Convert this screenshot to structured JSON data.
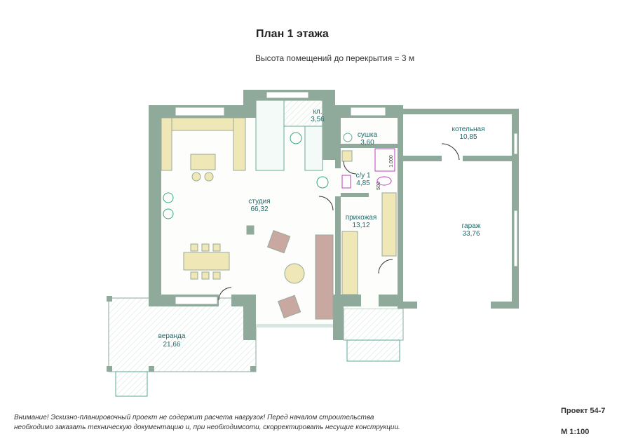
{
  "title": "План 1 этажа",
  "subtitle": "Высота помещений до перекрытия = 3 м",
  "rooms": {
    "studio": {
      "name": "студия",
      "area": "66,32"
    },
    "pantry": {
      "name": "кл.",
      "area": "3,56"
    },
    "drying": {
      "name": "сушка",
      "area": "3,60"
    },
    "bathroom": {
      "name": "с/у 1",
      "area": "4,85"
    },
    "hall": {
      "name": "прихожая",
      "area": "13,12"
    },
    "boiler": {
      "name": "котельная",
      "area": "10,85"
    },
    "garage": {
      "name": "гараж",
      "area": "33,76"
    },
    "veranda": {
      "name": "веранда",
      "area": "21,66"
    }
  },
  "dims": {
    "shower": "1.000",
    "toilet": "500"
  },
  "note": [
    "Внимание! Эскизно-планировочный проект не содержит расчета нагрузок! Перед началом строительства",
    "необходимо заказать техническую документацию и, при необходимсоти, скорректировать несущие конструкции."
  ],
  "project": "Проект 54-7",
  "scale": "М 1:100",
  "colors": {
    "wall": "#8fa99b",
    "floor": "#fdfdfb",
    "furniture": "#efe7b5",
    "label": "#1f6a6a",
    "plumbing": "#c040c0"
  }
}
